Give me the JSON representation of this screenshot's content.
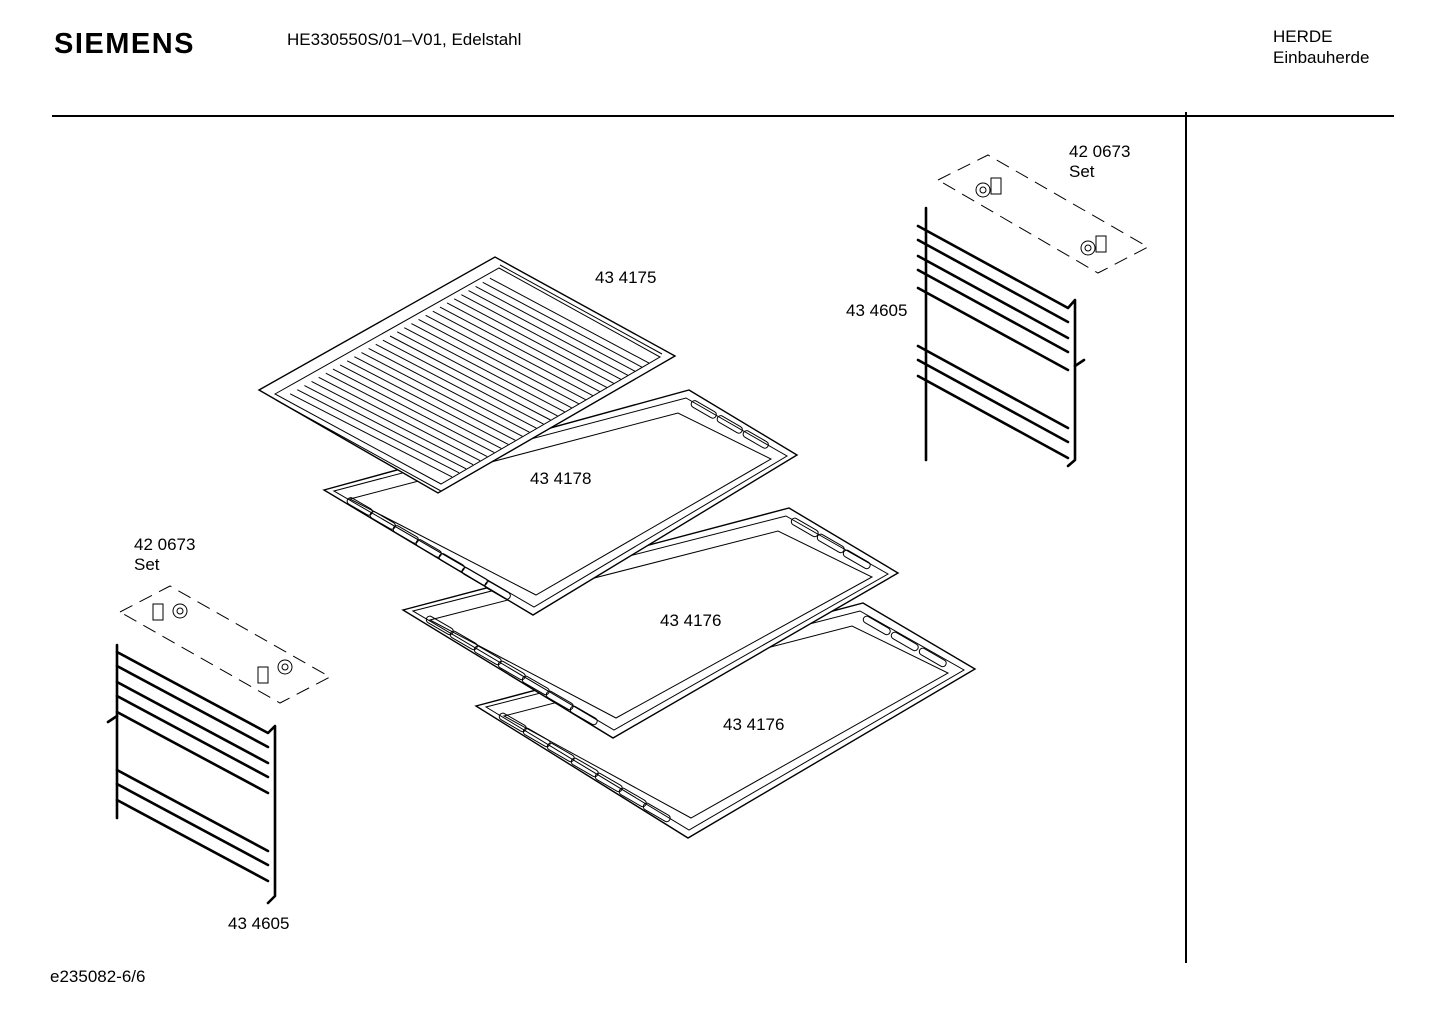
{
  "header": {
    "brand": "SIEMENS",
    "model": "HE330550S/01–V01, Edelstahl",
    "category_line1": "HERDE",
    "category_line2": "Einbauherde"
  },
  "parts": [
    {
      "id": "rack",
      "number": "43 4175"
    },
    {
      "id": "tray-top",
      "number": "43 4178"
    },
    {
      "id": "tray-mid",
      "number": "43 4176"
    },
    {
      "id": "tray-bottom",
      "number": "43 4176"
    },
    {
      "id": "rail-right",
      "number": "43 4605"
    },
    {
      "id": "rail-left",
      "number": "43 4605"
    },
    {
      "id": "clip-set-right",
      "number": "42 0673",
      "note": "Set"
    },
    {
      "id": "clip-set-left",
      "number": "42 0673",
      "note": "Set"
    }
  ],
  "footer": {
    "diagram_id": "e235082-6/6"
  }
}
